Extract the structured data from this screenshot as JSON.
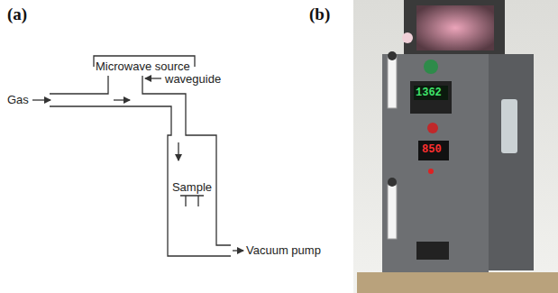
{
  "diagram": {
    "nodes": [
      {
        "text": [
          "Microwave source"
        ]
      },
      {
        "text": [
          "Sample"
        ]
      }
    ],
    "labels": [
      "(a)",
      "(b)",
      "Gas",
      "waveguide",
      "Vacuum pump",
      "1362",
      "850"
    ]
  }
}
